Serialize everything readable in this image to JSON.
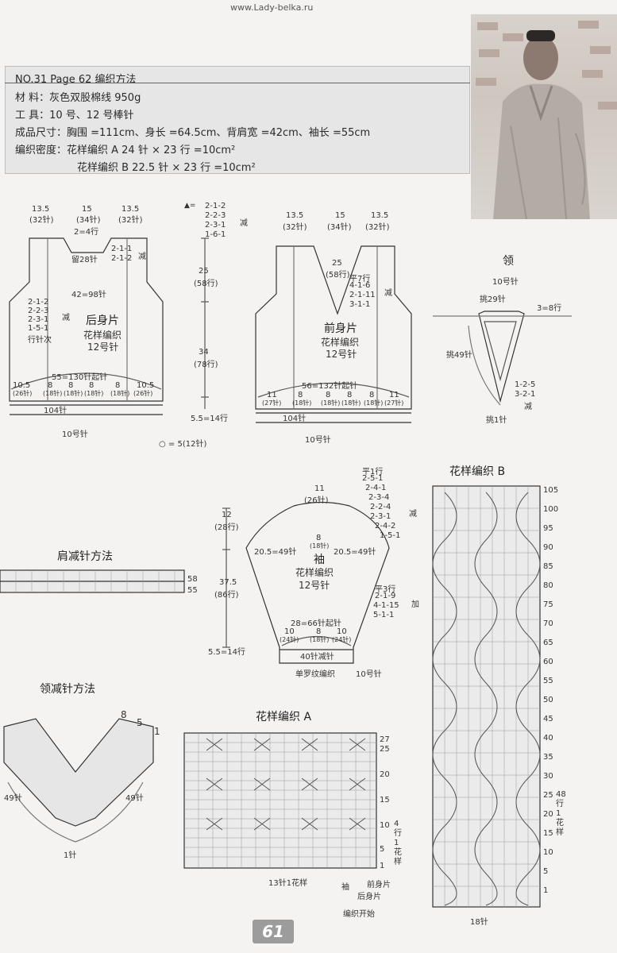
{
  "site": "www.Lady-belka.ru",
  "header": {
    "line1": "NO.31   Page 62    编织方法",
    "line2": "材      料：灰色双股棉线 950g",
    "line3": "工      具：10 号、12 号棒针",
    "line4": "成品尺寸：胸围 =111cm、身长 =64.5cm、背肩宽 =42cm、袖长 =55cm",
    "line5": "编织密度：花样编织 A  24 针 × 23 行 =10cm²",
    "line6": "花样编织 B  22.5 针 × 23 行 =10cm²"
  },
  "back": {
    "title": "后身片",
    "pattern": "花样编织",
    "needle": "12号针",
    "top_w1": "13.5",
    "top_w1s": "(32针)",
    "top_w2": "15",
    "top_w2s": "(34针)",
    "top_w3": "13.5",
    "top_w3s": "(32针)",
    "neck1": "2=4行",
    "neck2": "留28针",
    "neck_dec": "2-1-1",
    "neck_dec2": "2-1-2",
    "neck_dec_lbl": "减",
    "shoulder": "42=98针",
    "arm1": "2-1-2",
    "arm2": "2-2-3",
    "arm3": "2-3-1",
    "arm4": "1-5-1",
    "arm5": "行针次",
    "arm_lbl": "减",
    "cast_on": "55=130针起针",
    "bottom": "104针",
    "needle10": "10号针",
    "ribs": [
      "10.5",
      "8",
      "8",
      "8",
      "8",
      "10.5"
    ],
    "ribs_s": [
      "(26针)",
      "(18针)",
      "(18针)",
      "(18针)",
      "(18针)",
      "(26针)"
    ]
  },
  "front": {
    "title": "前身片",
    "pattern": "花样编织",
    "needle": "12号针",
    "top_w1": "13.5",
    "top_w1s": "(32针)",
    "top_w2": "15",
    "top_w2s": "(34针)",
    "top_w3": "13.5",
    "top_w3s": "(32针)",
    "v_depth": "25",
    "v_depth_s": "(58行)",
    "v1": "平7行",
    "v2": "4-1-6",
    "v3": "2-1-11",
    "v4": "3-1-1",
    "v_lbl": "减",
    "cast_on": "56=132针起针",
    "bottom": "104针",
    "needle10": "10号针",
    "ribs": [
      "11",
      "8",
      "8",
      "8",
      "8",
      "11"
    ],
    "ribs_s": [
      "(27针)",
      "(18针)",
      "(18针)",
      "(18针)",
      "(18针)",
      "(27针)"
    ]
  },
  "center": {
    "dec1": "2-1-2",
    "dec2": "2-2-3",
    "dec3": "2-3-1",
    "dec4": "1-6-1",
    "dec_lbl": "减",
    "h25": "25",
    "h25s": "(58行)",
    "h34": "34",
    "h34s": "(78行)",
    "h55": "5.5=14行",
    "key": "○ = 5(12针)"
  },
  "collar": {
    "title": "领",
    "needle": "10号针",
    "pick29": "挑29针",
    "r38": "3=8行",
    "pick49": "挑49针",
    "d1": "1-2-5",
    "d2": "3-2-1",
    "d_lbl": "减",
    "pick1": "挑1针"
  },
  "sleeve": {
    "title": "袖",
    "pattern": "花样编织",
    "needle": "12号针",
    "top": "11",
    "top_s": "(26针)",
    "cap": "12",
    "cap_s": "(28行)",
    "length": "37.5",
    "length_s": "(86行)",
    "left": "20.5=49针",
    "right": "20.5=49针",
    "mid": "8",
    "mid_s": "(18针)",
    "c1": "平1行",
    "c2": "2-5-1",
    "c3": "2-4-1",
    "c4": "2-3-4",
    "c5": "2-2-4",
    "c6": "2-3-1",
    "c7": "2-4-2",
    "c8": "1-5-1",
    "c_lbl": "减",
    "i1": "平3行",
    "i2": "2-1-9",
    "i3": "4-1-15",
    "i4": "5-1-1",
    "i_lbl": "加",
    "cast": "28=66针起针",
    "rib1": "10",
    "rib1s": "(24针)",
    "rib2": "8",
    "rib2s": "(18针)",
    "rib3": "10",
    "rib3s": "(24针)",
    "bottom": "40针减针",
    "rib_note": "单罗纹编织",
    "needle10": "10号针",
    "h55": "5.5=14行"
  },
  "shoulder_method": {
    "title": "肩减针方法",
    "r58": "58",
    "r55": "55"
  },
  "neck_method": {
    "title": "领减针方法",
    "n8": "8",
    "n5": "5",
    "n1": "1",
    "l49": "49针",
    "r49": "49针",
    "one": "1针"
  },
  "pattern_a": {
    "title": "花样编织 A",
    "rows": [
      "27",
      "25",
      "20",
      "15",
      "10",
      "5",
      "1"
    ],
    "rep": "4行1花样",
    "bottom": "13针1花样",
    "sleeve_lbl": "袖",
    "front_lbl": "前身片",
    "back_lbl": "后身片",
    "start": "编织开始"
  },
  "pattern_b": {
    "title": "花样编织 B",
    "rows": [
      "105",
      "100",
      "95",
      "90",
      "85",
      "80",
      "75",
      "70",
      "65",
      "60",
      "55",
      "50",
      "45",
      "40",
      "35",
      "30",
      "25",
      "20",
      "15",
      "10",
      "5",
      "1"
    ],
    "rep": "48行1花样",
    "bottom": "18针"
  },
  "page_number": "61"
}
